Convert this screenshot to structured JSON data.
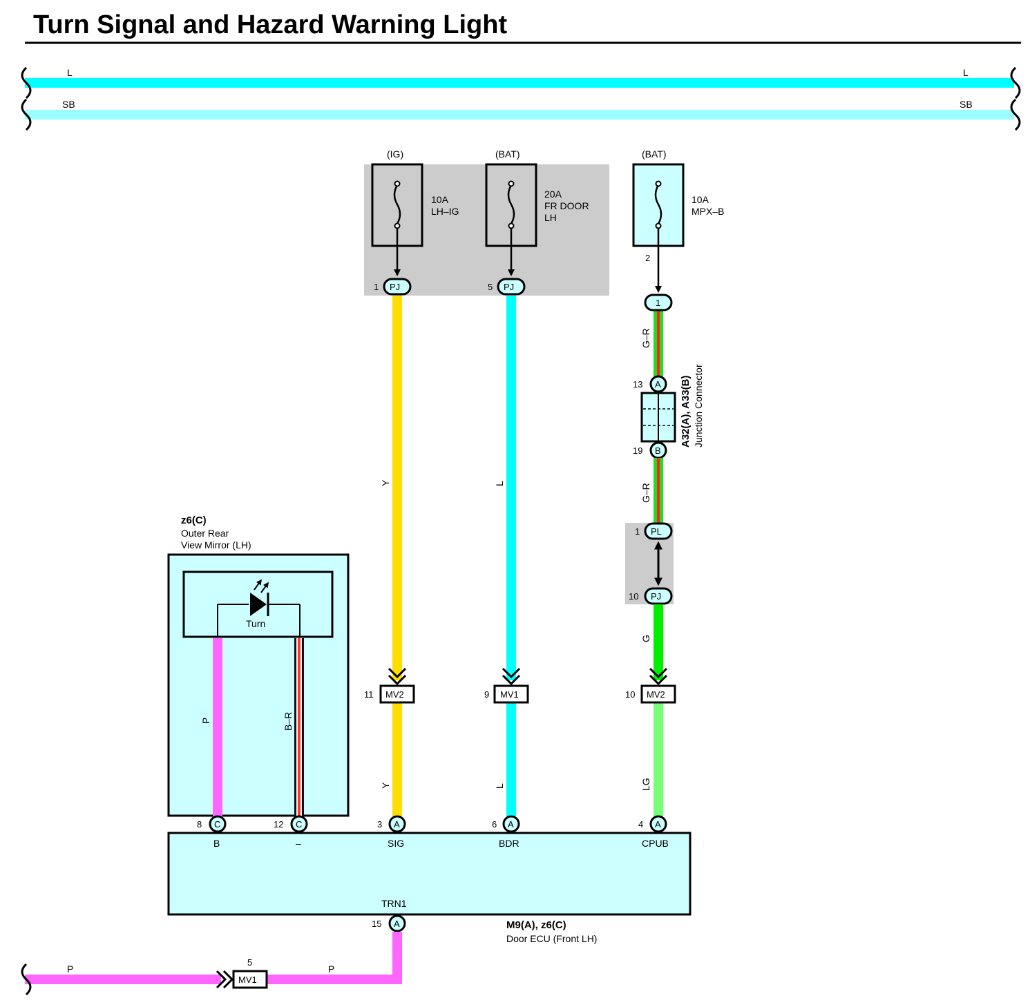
{
  "title": "Turn Signal and Hazard Warning Light",
  "colors": {
    "L": "#00ffff",
    "SB": "#99ffff",
    "Y": "#ffdd00",
    "G": "#00ee00",
    "G-R_base": "#22dd22",
    "G-R_stripe": "#ff2222",
    "LG": "#77ff77",
    "P": "#ff66ff",
    "B-R_base": "#111111",
    "B-R_stripe": "#ff3333",
    "component_fill": "#ccffff",
    "relay_block": "#cccccc"
  },
  "buses": {
    "top_left": "L",
    "top_right": "L",
    "second_left": "SB",
    "second_right": "SB"
  },
  "fuses": {
    "f1": {
      "source": "(IG)",
      "rating": "10A",
      "name": "LH–IG",
      "pin": "1",
      "conn": "PJ"
    },
    "f2": {
      "source": "(BAT)",
      "rating": "20A",
      "name1": "FR DOOR",
      "name2": "LH",
      "pin": "5",
      "conn": "PJ"
    },
    "f3": {
      "source": "(BAT)",
      "rating": "10A",
      "name": "MPX–B",
      "pin": "2"
    }
  },
  "wires": {
    "y_upper": "Y",
    "l_upper": "L",
    "gr_upper": "G–R",
    "gr_lower": "G–R",
    "g_mid": "G",
    "y_lower": "Y",
    "l_lower": "L",
    "lg_lower": "LG",
    "p_mirror": "P",
    "br_mirror": "B–R",
    "p_bottom_left": "P",
    "p_bottom_right": "P"
  },
  "connectors": {
    "c1": {
      "pin": "1",
      "conn": "1"
    },
    "jc_a": {
      "pin": "13",
      "conn": "A"
    },
    "jc_b": {
      "pin": "19",
      "conn": "B"
    },
    "pl": {
      "pin": "1",
      "conn": "PL"
    },
    "pj": {
      "pin": "10",
      "conn": "PJ"
    },
    "mv2_left": {
      "pin": "11",
      "conn": "MV2"
    },
    "mv1_mid": {
      "pin": "9",
      "conn": "MV1"
    },
    "mv2_right": {
      "pin": "10",
      "conn": "MV2"
    },
    "mv1_bottom": {
      "pin": "5",
      "conn": "MV1"
    }
  },
  "junction": {
    "line1": "A32(A), A33(B)",
    "line2": "Junction Connector"
  },
  "mirror": {
    "id": "z6(C)",
    "name1": "Outer Rear",
    "name2": "View Mirror (LH)",
    "lamp": "Turn"
  },
  "ecu": {
    "id": "M9(A), z6(C)",
    "name": "Door ECU (Front LH)",
    "pins": [
      {
        "num": "8",
        "conn": "C",
        "term": "B"
      },
      {
        "num": "12",
        "conn": "C",
        "term": "–"
      },
      {
        "num": "3",
        "conn": "A",
        "term": "SIG"
      },
      {
        "num": "6",
        "conn": "A",
        "term": "BDR"
      },
      {
        "num": "4",
        "conn": "A",
        "term": "CPUB"
      }
    ],
    "bottom": {
      "num": "15",
      "conn": "A",
      "term": "TRN1"
    }
  }
}
